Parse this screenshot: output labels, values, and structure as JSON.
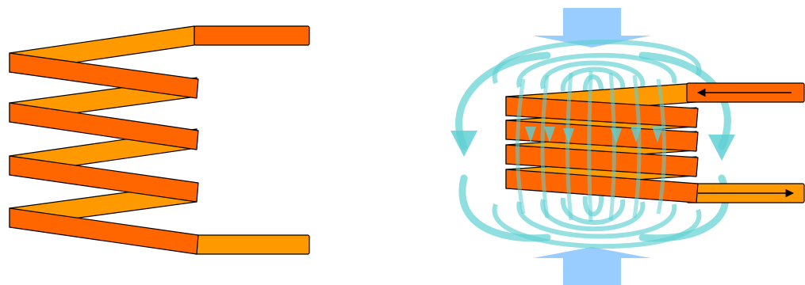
{
  "figure": {
    "left_panel": {
      "coil_turns": 4,
      "colors": {
        "front_strip": "#ff6600",
        "back_strip": "#ff9900",
        "outline": "#000000"
      }
    },
    "right_panel": {
      "coil_turns": 4,
      "current_direction": {
        "top_lead": "leftward",
        "bottom_lead": "rightward"
      },
      "field_direction": "downward",
      "colors": {
        "front_strip": "#ff6600",
        "back_strip": "#ff9900",
        "field_loops": "#5fd0d3",
        "field_arrows": "#99ccff",
        "current_arrows": "#000000"
      }
    }
  }
}
